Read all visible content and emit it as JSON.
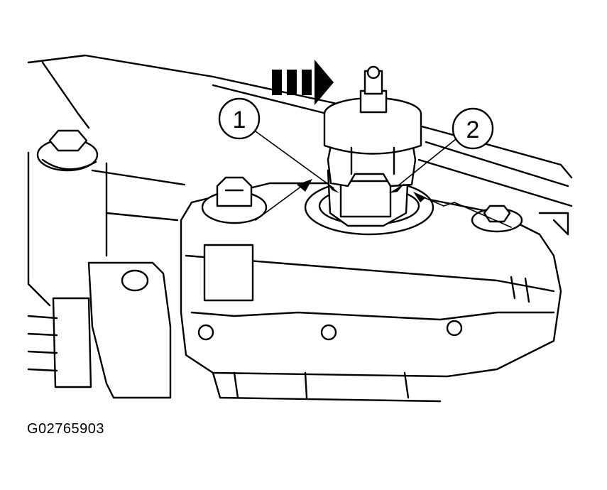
{
  "figure_id": "G02765903",
  "callouts": [
    {
      "label": "1",
      "meaning": ""
    },
    {
      "label": "2",
      "meaning": ""
    }
  ],
  "arrow_icon": "triple-chevron-right-arrow-icon"
}
